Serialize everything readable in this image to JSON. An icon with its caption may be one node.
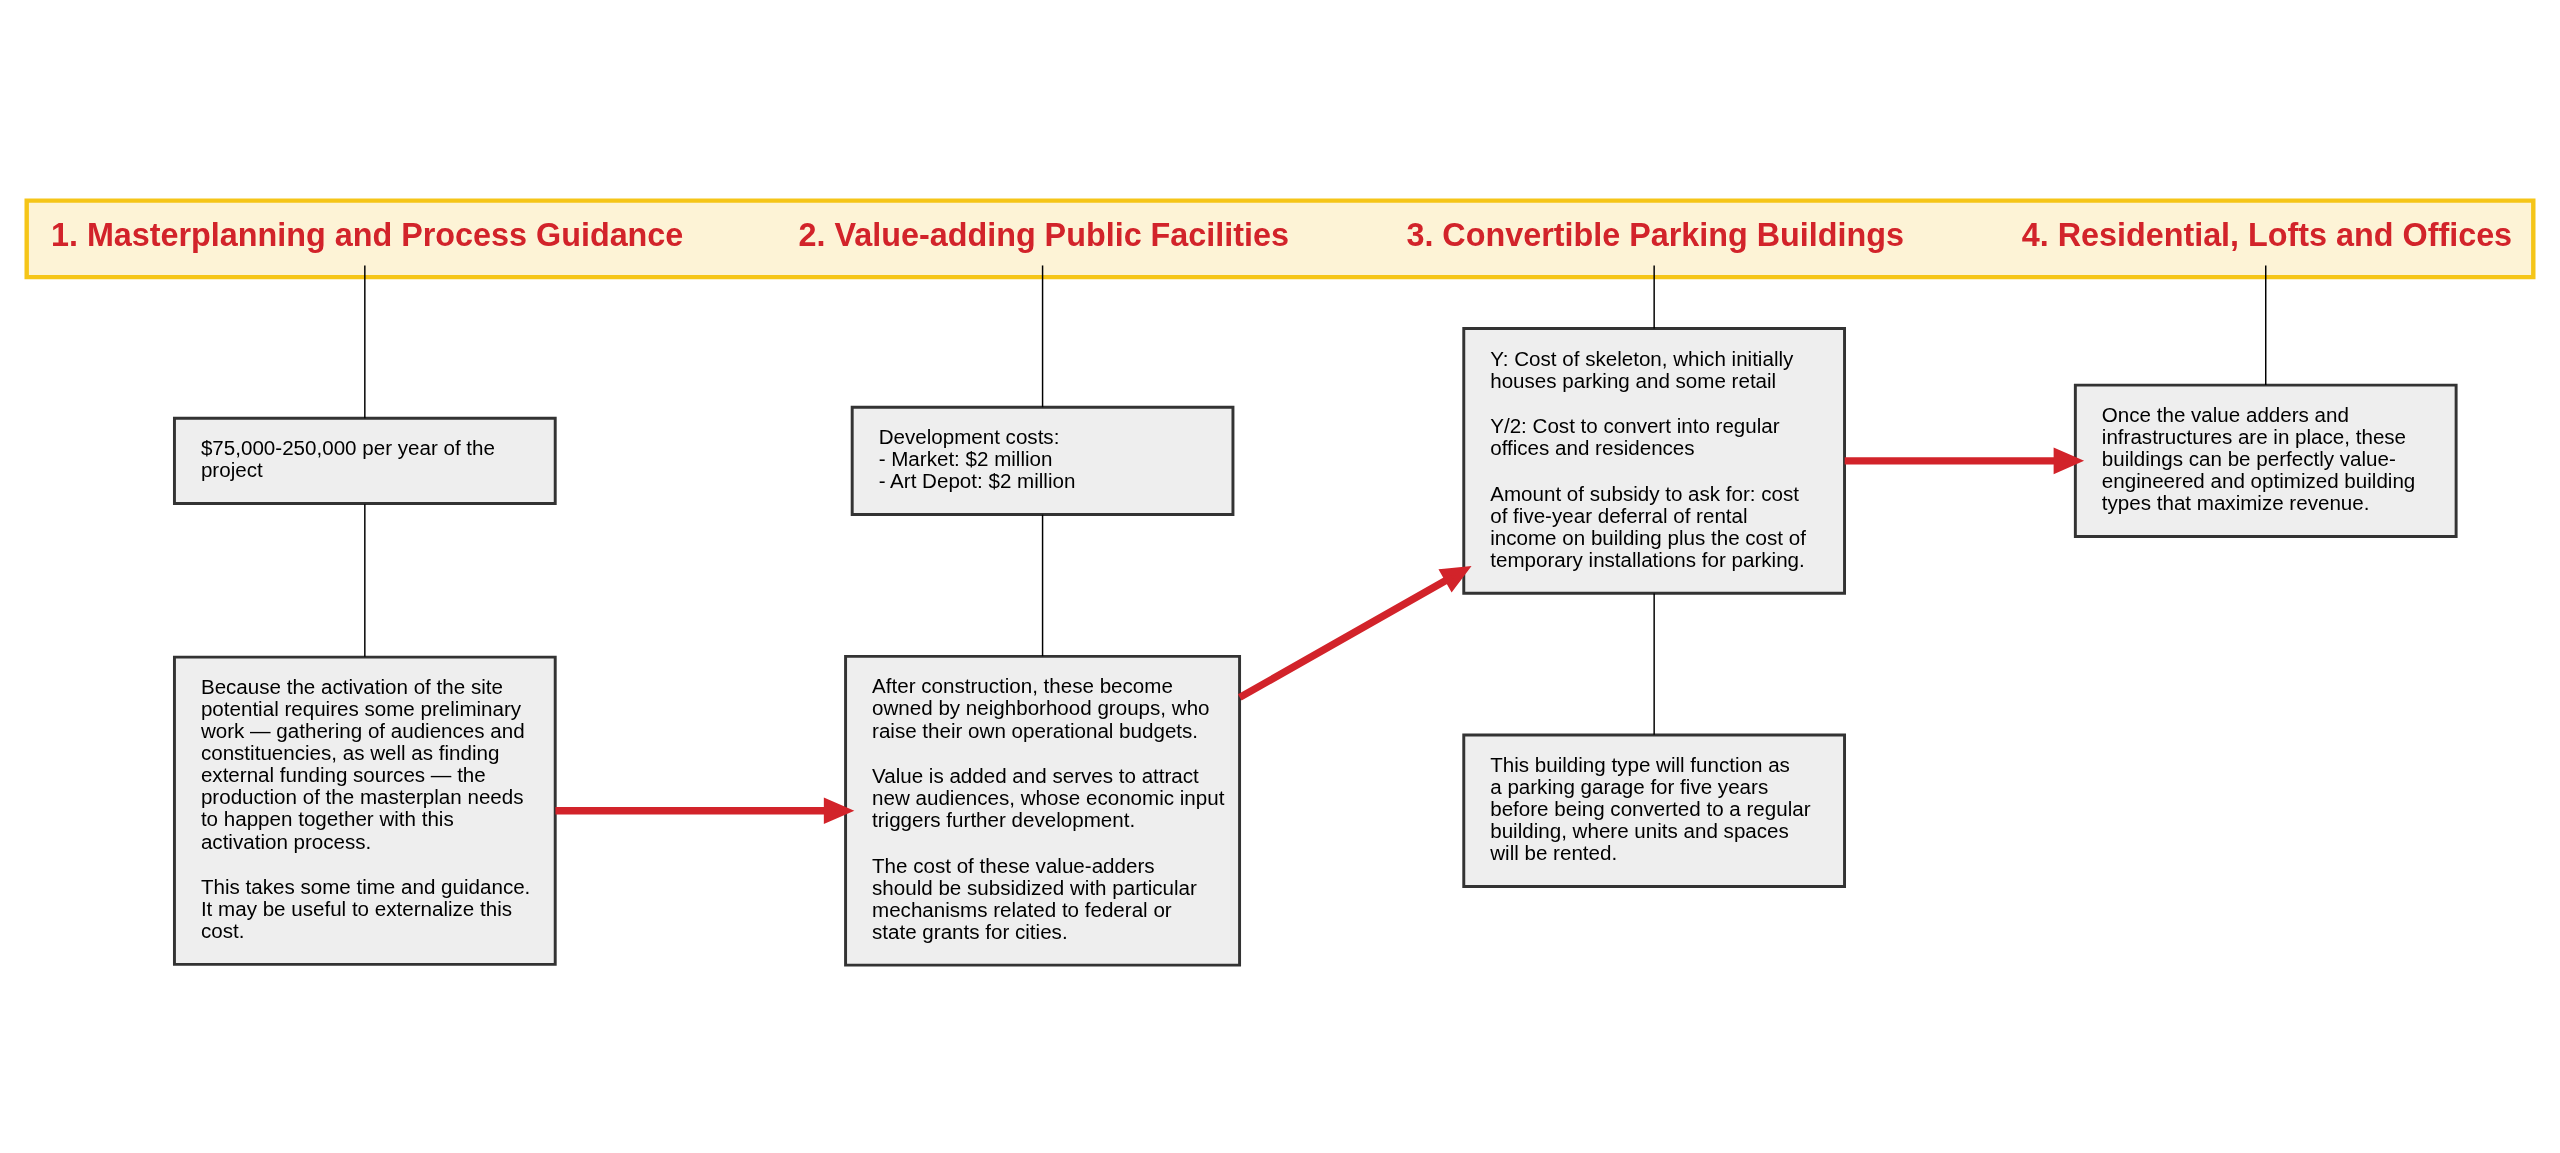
{
  "diagram": {
    "nodes": [
      {
        "text": [],
        "shape": "band"
      },
      {
        "text": [
          "1. Masterplanning and Process Guidance"
        ],
        "in": 0
      },
      {
        "text": [
          "2. Value-adding Public Facilities"
        ],
        "in": 0
      },
      {
        "text": [
          "3. Convertible Parking Buildings"
        ],
        "in": 0
      },
      {
        "text": [
          "4. Residential, Lofts and Offices"
        ],
        "in": 0
      },
      {
        "text": [
          "$75,000-250,000 per year of the project"
        ]
      },
      {
        "text": [
          "Because the activation of the site potential requires some preliminary work — gathering of audiences and constituencies, as well as finding external funding sources — the production of the masterplan needs to happen together with this activation process.",
          "This takes some time and guidance. It may be useful to externalize this cost."
        ]
      },
      {
        "text": [
          "Development costs:",
          "- Market: $2 million",
          "- Art Depot: $2 million"
        ]
      },
      {
        "text": [
          "After construction, these become owned by neighborhood groups, who raise their own operational budgets.",
          "Value is added and serves to attract new audiences, whose economic input triggers further development.",
          "The cost of these value-adders should be subsidized with particular mechanisms related to federal or state grants for cities."
        ]
      },
      {
        "text": [
          "Y: Cost of skeleton, which initially houses parking and some retail",
          "Y/2: Cost to convert into regular offices and residences",
          "Amount of subsidy to ask for: cost of five-year deferral of rental income on building plus the cost of temporary installations for parking."
        ]
      },
      {
        "text": [
          "This building type will function as a parking garage for five years before being converted to a regular building, where units and spaces will be rented."
        ]
      },
      {
        "text": [
          "Once the value adders and infrastructures are in place, these buildings can be perfectly value-engineered and optimized building types that maximize revenue."
        ]
      }
    ],
    "edges": [
      {
        "from": 1,
        "to": 5,
        "arrow": "none"
      },
      {
        "from": 5,
        "to": 6,
        "arrow": "none"
      },
      {
        "from": 2,
        "to": 7,
        "arrow": "none"
      },
      {
        "from": 7,
        "to": 8,
        "arrow": "none"
      },
      {
        "from": 3,
        "to": 9,
        "arrow": "none"
      },
      {
        "from": 9,
        "to": 10,
        "arrow": "none"
      },
      {
        "from": 4,
        "to": 11,
        "arrow": "none"
      },
      {
        "from": 6,
        "to": 8,
        "arrow": "to",
        "style": "thick",
        "color": "#d2232a"
      },
      {
        "from": 8,
        "to": 9,
        "arrow": "to",
        "style": "thick",
        "color": "#d2232a"
      },
      {
        "from": 9,
        "to": 11,
        "arrow": "to",
        "style": "thick",
        "color": "#d2232a"
      }
    ]
  }
}
